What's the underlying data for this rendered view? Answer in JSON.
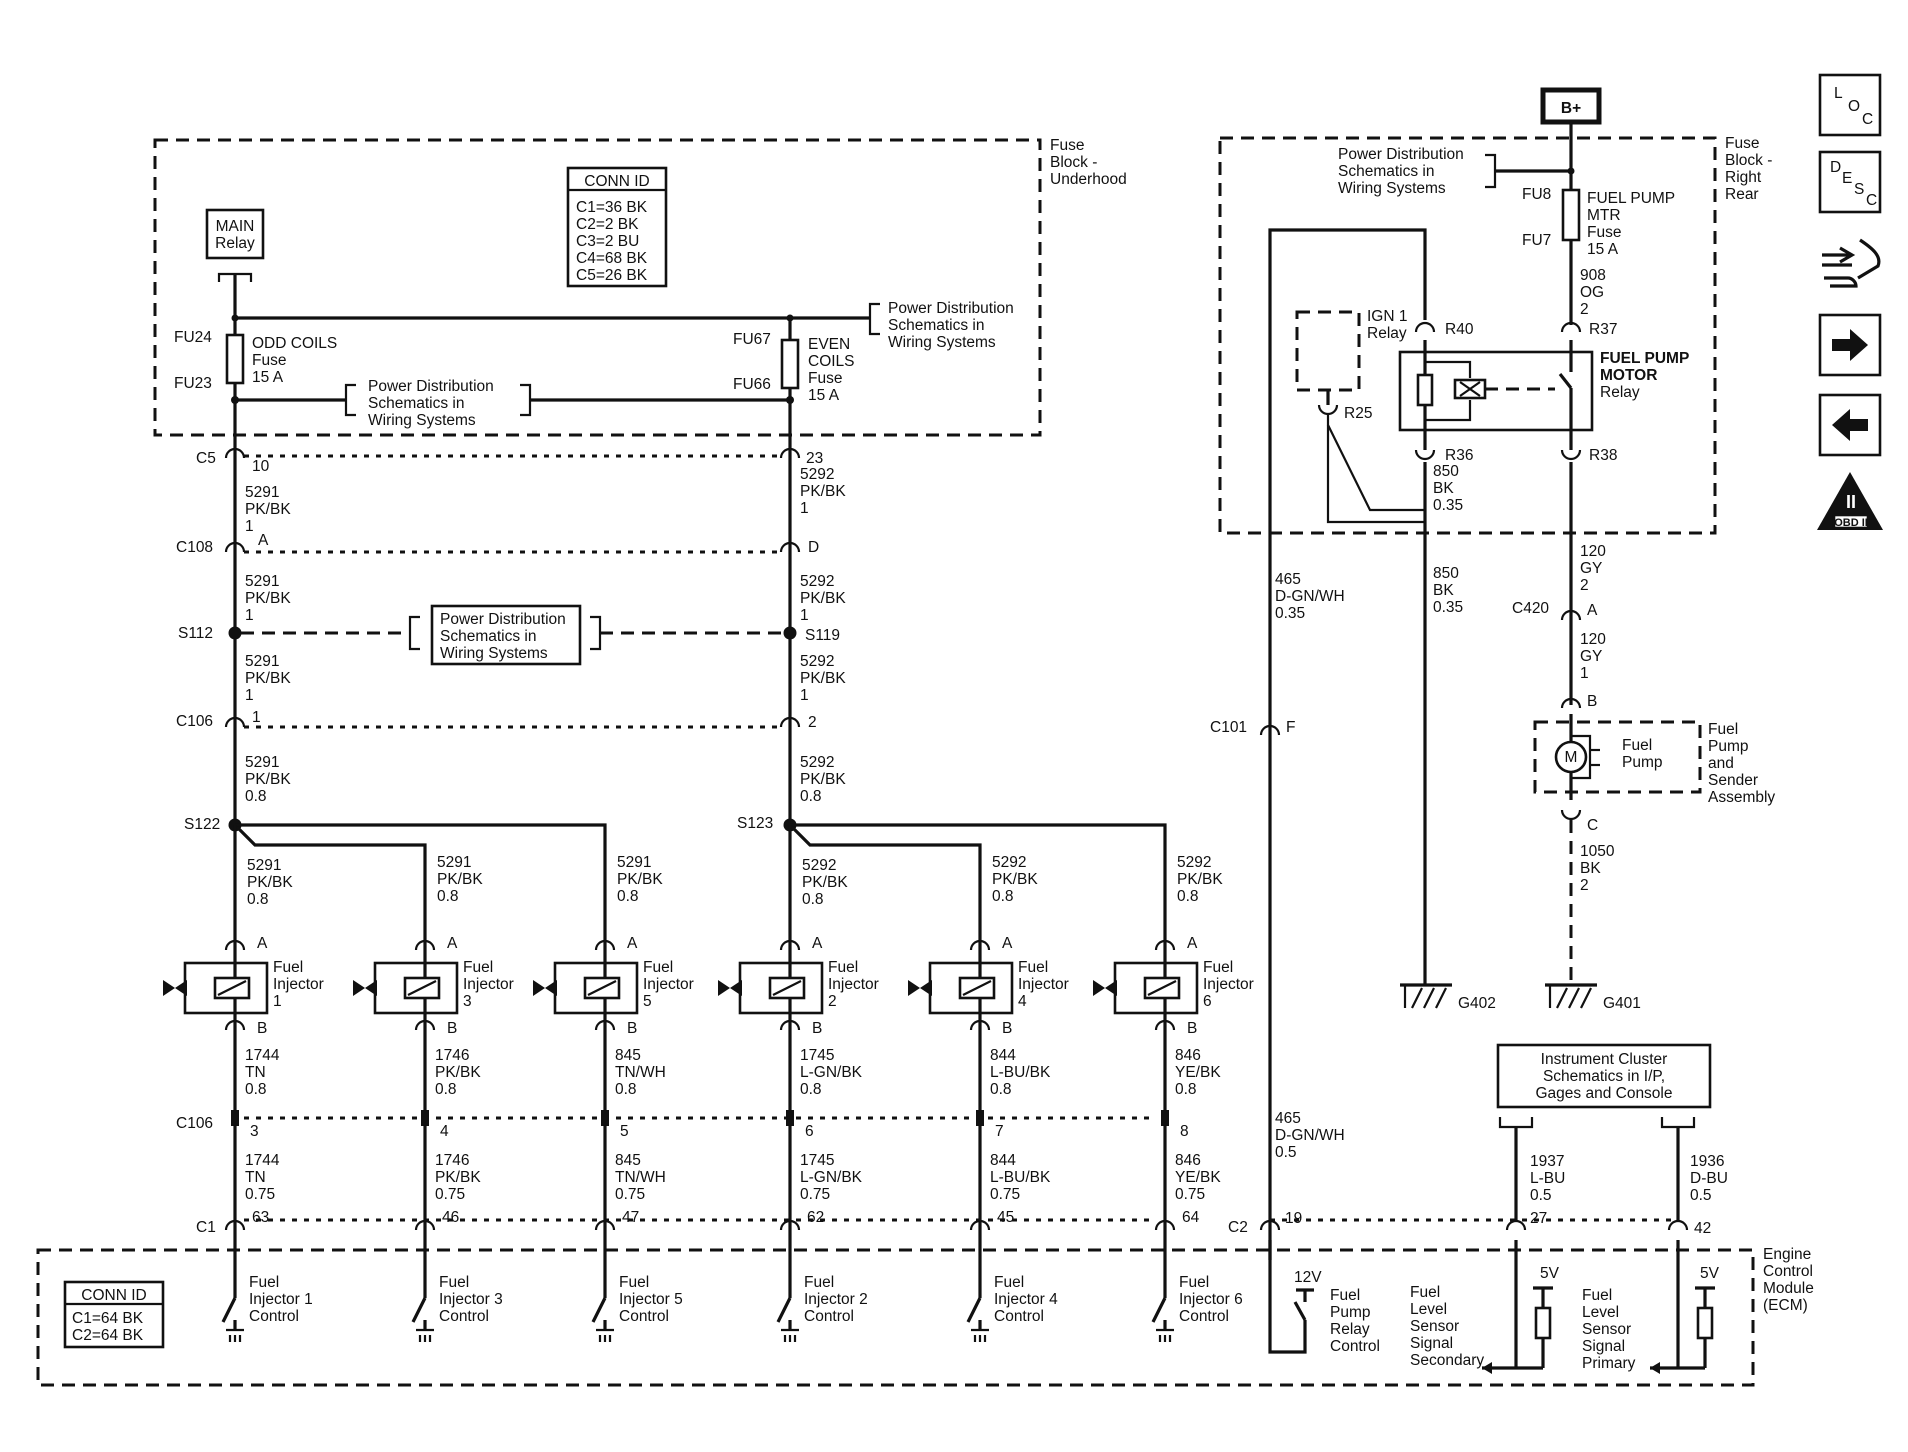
{
  "fuse_block_underhood": {
    "title_lines": [
      "Fuse",
      "Block -",
      "Underhood"
    ],
    "conn_id": {
      "title": "CONN ID",
      "rows": [
        "C1=36 BK",
        "C2=2 BK",
        "C3=2 BU",
        "C4=68 BK",
        "C5=26 BK"
      ]
    },
    "main_relay": [
      "MAIN",
      "Relay"
    ],
    "fu24": "FU24",
    "fu23": "FU23",
    "odd_coils_fuse": [
      "ODD COILS",
      "Fuse",
      "15 A"
    ],
    "fu67": "FU67",
    "fu66": "FU66",
    "even_coils_fuse": [
      "EVEN",
      "COILS",
      "Fuse",
      "15 A"
    ],
    "pds_ref_1": [
      "Power Distribution",
      "Schematics in",
      "Wiring Systems"
    ],
    "pds_ref_2": [
      "Power Distribution",
      "Schematics in",
      "Wiring Systems"
    ]
  },
  "left_harness": {
    "c5": "C5",
    "c5_pin_left": "10",
    "c5_pin_right": "23",
    "wire_5291_a": [
      "5291",
      "PK/BK",
      "1"
    ],
    "wire_5292_a": [
      "5292",
      "PK/BK",
      "1"
    ],
    "c108": "C108",
    "c108_pin_left": "A",
    "c108_pin_right": "D",
    "wire_5291_b": [
      "5291",
      "PK/BK",
      "1"
    ],
    "wire_5292_b": [
      "5292",
      "PK/BK",
      "1"
    ],
    "s112": "S112",
    "s119": "S119",
    "pds_ref_3": [
      "Power Distribution",
      "Schematics in",
      "Wiring Systems"
    ],
    "wire_5291_c": [
      "5291",
      "PK/BK",
      "1"
    ],
    "wire_5292_c": [
      "5292",
      "PK/BK",
      "1"
    ],
    "c106_top": "C106",
    "c106_pin_left": "1",
    "c106_pin_right": "2",
    "wire_5291_d": [
      "5291",
      "PK/BK",
      "0.8"
    ],
    "wire_5292_d": [
      "5292",
      "PK/BK",
      "0.8"
    ],
    "s122": "S122",
    "s123": "S123"
  },
  "injectors": [
    {
      "feed": [
        "5291",
        "PK/BK",
        "0.8"
      ],
      "pin_a": "A",
      "label": [
        "Fuel",
        "Injector",
        "1"
      ],
      "pin_b": "B",
      "out": [
        "1744",
        "TN",
        "0.8"
      ],
      "c106_pin": "3",
      "ecm_wire": [
        "1744",
        "TN",
        "0.75"
      ],
      "c1_pin": "63",
      "ecm_label": [
        "Fuel",
        "Injector 1",
        "Control"
      ]
    },
    {
      "feed": [
        "5291",
        "PK/BK",
        "0.8"
      ],
      "pin_a": "A",
      "label": [
        "Fuel",
        "Injector",
        "3"
      ],
      "pin_b": "B",
      "out": [
        "1746",
        "PK/BK",
        "0.8"
      ],
      "c106_pin": "4",
      "ecm_wire": [
        "1746",
        "PK/BK",
        "0.75"
      ],
      "c1_pin": "46",
      "ecm_label": [
        "Fuel",
        "Injector 3",
        "Control"
      ]
    },
    {
      "feed": [
        "5291",
        "PK/BK",
        "0.8"
      ],
      "pin_a": "A",
      "label": [
        "Fuel",
        "Injector",
        "5"
      ],
      "pin_b": "B",
      "out": [
        "845",
        "TN/WH",
        "0.8"
      ],
      "c106_pin": "5",
      "ecm_wire": [
        "845",
        "TN/WH",
        "0.75"
      ],
      "c1_pin": "47",
      "ecm_label": [
        "Fuel",
        "Injector 5",
        "Control"
      ]
    },
    {
      "feed": [
        "5292",
        "PK/BK",
        "0.8"
      ],
      "pin_a": "A",
      "label": [
        "Fuel",
        "Injector",
        "2"
      ],
      "pin_b": "B",
      "out": [
        "1745",
        "L-GN/BK",
        "0.8"
      ],
      "c106_pin": "6",
      "ecm_wire": [
        "1745",
        "L-GN/BK",
        "0.75"
      ],
      "c1_pin": "62",
      "ecm_label": [
        "Fuel",
        "Injector 2",
        "Control"
      ]
    },
    {
      "feed": [
        "5292",
        "PK/BK",
        "0.8"
      ],
      "pin_a": "A",
      "label": [
        "Fuel",
        "Injector",
        "4"
      ],
      "pin_b": "B",
      "out": [
        "844",
        "L-BU/BK",
        "0.8"
      ],
      "c106_pin": "7",
      "ecm_wire": [
        "844",
        "L-BU/BK",
        "0.75"
      ],
      "c1_pin": "45",
      "ecm_label": [
        "Fuel",
        "Injector 4",
        "Control"
      ]
    },
    {
      "feed": [
        "5292",
        "PK/BK",
        "0.8"
      ],
      "pin_a": "A",
      "label": [
        "Fuel",
        "Injector",
        "6"
      ],
      "pin_b": "B",
      "out": [
        "846",
        "YE/BK",
        "0.8"
      ],
      "c106_pin": "8",
      "ecm_wire": [
        "846",
        "YE/BK",
        "0.75"
      ],
      "c1_pin": "64",
      "ecm_label": [
        "Fuel",
        "Injector 6",
        "Control"
      ]
    }
  ],
  "lower": {
    "c106_bottom": "C106",
    "c1": "C1",
    "c2": "C2"
  },
  "ecm": {
    "title_lines": [
      "Engine",
      "Control",
      "Module",
      "(ECM)"
    ],
    "conn_id": {
      "title": "CONN ID",
      "rows": [
        "C1=64 BK",
        "C2=64 BK"
      ]
    }
  },
  "right_side": {
    "bplus": "B+",
    "fuse_block_rear": [
      "Fuse",
      "Block -",
      "Right",
      "Rear"
    ],
    "pds_ref_4": [
      "Power Distribution",
      "Schematics in",
      "Wiring Systems"
    ],
    "fu8": "FU8",
    "fu7": "FU7",
    "fuel_pump_fuse": [
      "FUEL PUMP",
      "MTR",
      "Fuse",
      "15 A"
    ],
    "wire_908": [
      "908",
      "OG",
      "2"
    ],
    "ign1_relay": [
      "IGN 1",
      "Relay"
    ],
    "r40": "R40",
    "r37": "R37",
    "r25": "R25",
    "r36": "R36",
    "r38": "R38",
    "fuel_pump_motor_relay": [
      "FUEL PUMP",
      "MOTOR",
      "Relay"
    ],
    "wire_850_a": [
      "850",
      "BK",
      "0.35"
    ],
    "wire_850_b": [
      "850",
      "BK",
      "0.35"
    ],
    "wire_465_a": [
      "465",
      "D-GN/WH",
      "0.35"
    ],
    "wire_120_a": [
      "120",
      "GY",
      "2"
    ],
    "c420": "C420",
    "c420_pin": "A",
    "wire_120_b": [
      "120",
      "GY",
      "1"
    ],
    "pin_b": "B",
    "motor": "M",
    "fuel_pump": [
      "Fuel",
      "Pump"
    ],
    "fuel_pump_assy": [
      "Fuel",
      "Pump",
      "and",
      "Sender",
      "Assembly"
    ],
    "pin_c": "C",
    "wire_1050": [
      "1050",
      "BK",
      "2"
    ],
    "g402": "G402",
    "g401": "G401",
    "c101": "C101",
    "c101_pin": "F",
    "wire_465_b": [
      "465",
      "D-GN/WH",
      "0.5"
    ],
    "instrument_cluster": [
      "Instrument Cluster",
      "Schematics in I/P,",
      "Gages and Console"
    ],
    "wire_1937": [
      "1937",
      "L-BU",
      "0.5"
    ],
    "wire_1936": [
      "1936",
      "D-BU",
      "0.5"
    ],
    "c2_pin_19": "19",
    "c2_pin_27": "27",
    "c2_pin_42": "42",
    "v12": "12V",
    "fp_relay_control": [
      "Fuel",
      "Pump",
      "Relay",
      "Control"
    ],
    "fl_secondary": [
      "Fuel",
      "Level",
      "Sensor",
      "Signal",
      "Secondary"
    ],
    "v5_a": "5V",
    "fl_primary": [
      "Fuel",
      "Level",
      "Sensor",
      "Signal",
      "Primary"
    ],
    "v5_b": "5V"
  },
  "nav": {
    "loc": [
      "L",
      "O",
      "C"
    ],
    "desc": [
      "D",
      "E",
      "S",
      "C"
    ],
    "obd": "OBD II",
    "obd_roman": "II"
  }
}
